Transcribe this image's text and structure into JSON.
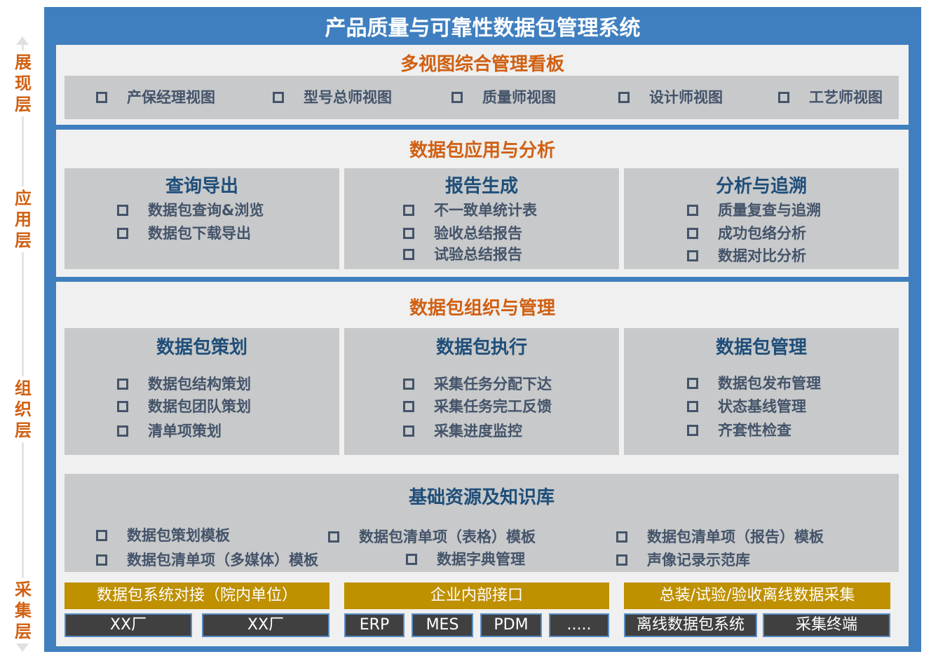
{
  "title": "产品质量与可靠性数据包管理系统",
  "layers": {
    "display": "展现层",
    "application": "应用层",
    "organization": "组织层",
    "collection": "采集层"
  },
  "display_section": {
    "title": "多视图综合管理看板",
    "views": [
      "产保经理视图",
      "型号总师视图",
      "质量师视图",
      "设计师视图",
      "工艺师视图"
    ]
  },
  "application_section": {
    "title": "数据包应用与分析",
    "panels": [
      {
        "title": "查询导出",
        "items": [
          "数据包查询&浏览",
          "数据包下载导出"
        ]
      },
      {
        "title": "报告生成",
        "items": [
          "不一致单统计表",
          "验收总结报告",
          "试验总结报告"
        ]
      },
      {
        "title": "分析与追溯",
        "items": [
          "质量复查与追溯",
          "成功包络分析",
          "数据对比分析"
        ]
      }
    ]
  },
  "organization_section": {
    "title": "数据包组织与管理",
    "panels": [
      {
        "title": "数据包策划",
        "items": [
          "数据包结构策划",
          "数据包团队策划",
          "清单项策划"
        ]
      },
      {
        "title": "数据包执行",
        "items": [
          "采集任务分配下达",
          "采集任务完工反馈",
          "采集进度监控"
        ]
      },
      {
        "title": "数据包管理",
        "items": [
          "数据包发布管理",
          "状态基线管理",
          "齐套性检查"
        ]
      }
    ],
    "resources": {
      "title": "基础资源及知识库",
      "items": [
        "数据包策划模板",
        "数据包清单项（表格）模板",
        "数据包清单项（报告）模板",
        "数据包清单项（多媒体）模板",
        "数据字典管理",
        "声像记录示范库"
      ]
    }
  },
  "collection_section": {
    "groups": [
      {
        "title": "数据包系统对接（院内单位）",
        "systems": [
          "XX厂",
          "XX厂"
        ]
      },
      {
        "title": "企业内部接口",
        "systems": [
          "ERP",
          "MES",
          "PDM",
          "....."
        ]
      },
      {
        "title": "总装/试验/验收离线数据采集",
        "systems": [
          "离线数据包系统",
          "采集终端"
        ]
      }
    ]
  },
  "colors": {
    "frame_blue": "#3f7fbf",
    "section_title_orange": "#d06012",
    "panel_title_navy": "#1f4e79",
    "category_gold": "#bf9000",
    "system_dark": "#404040"
  }
}
